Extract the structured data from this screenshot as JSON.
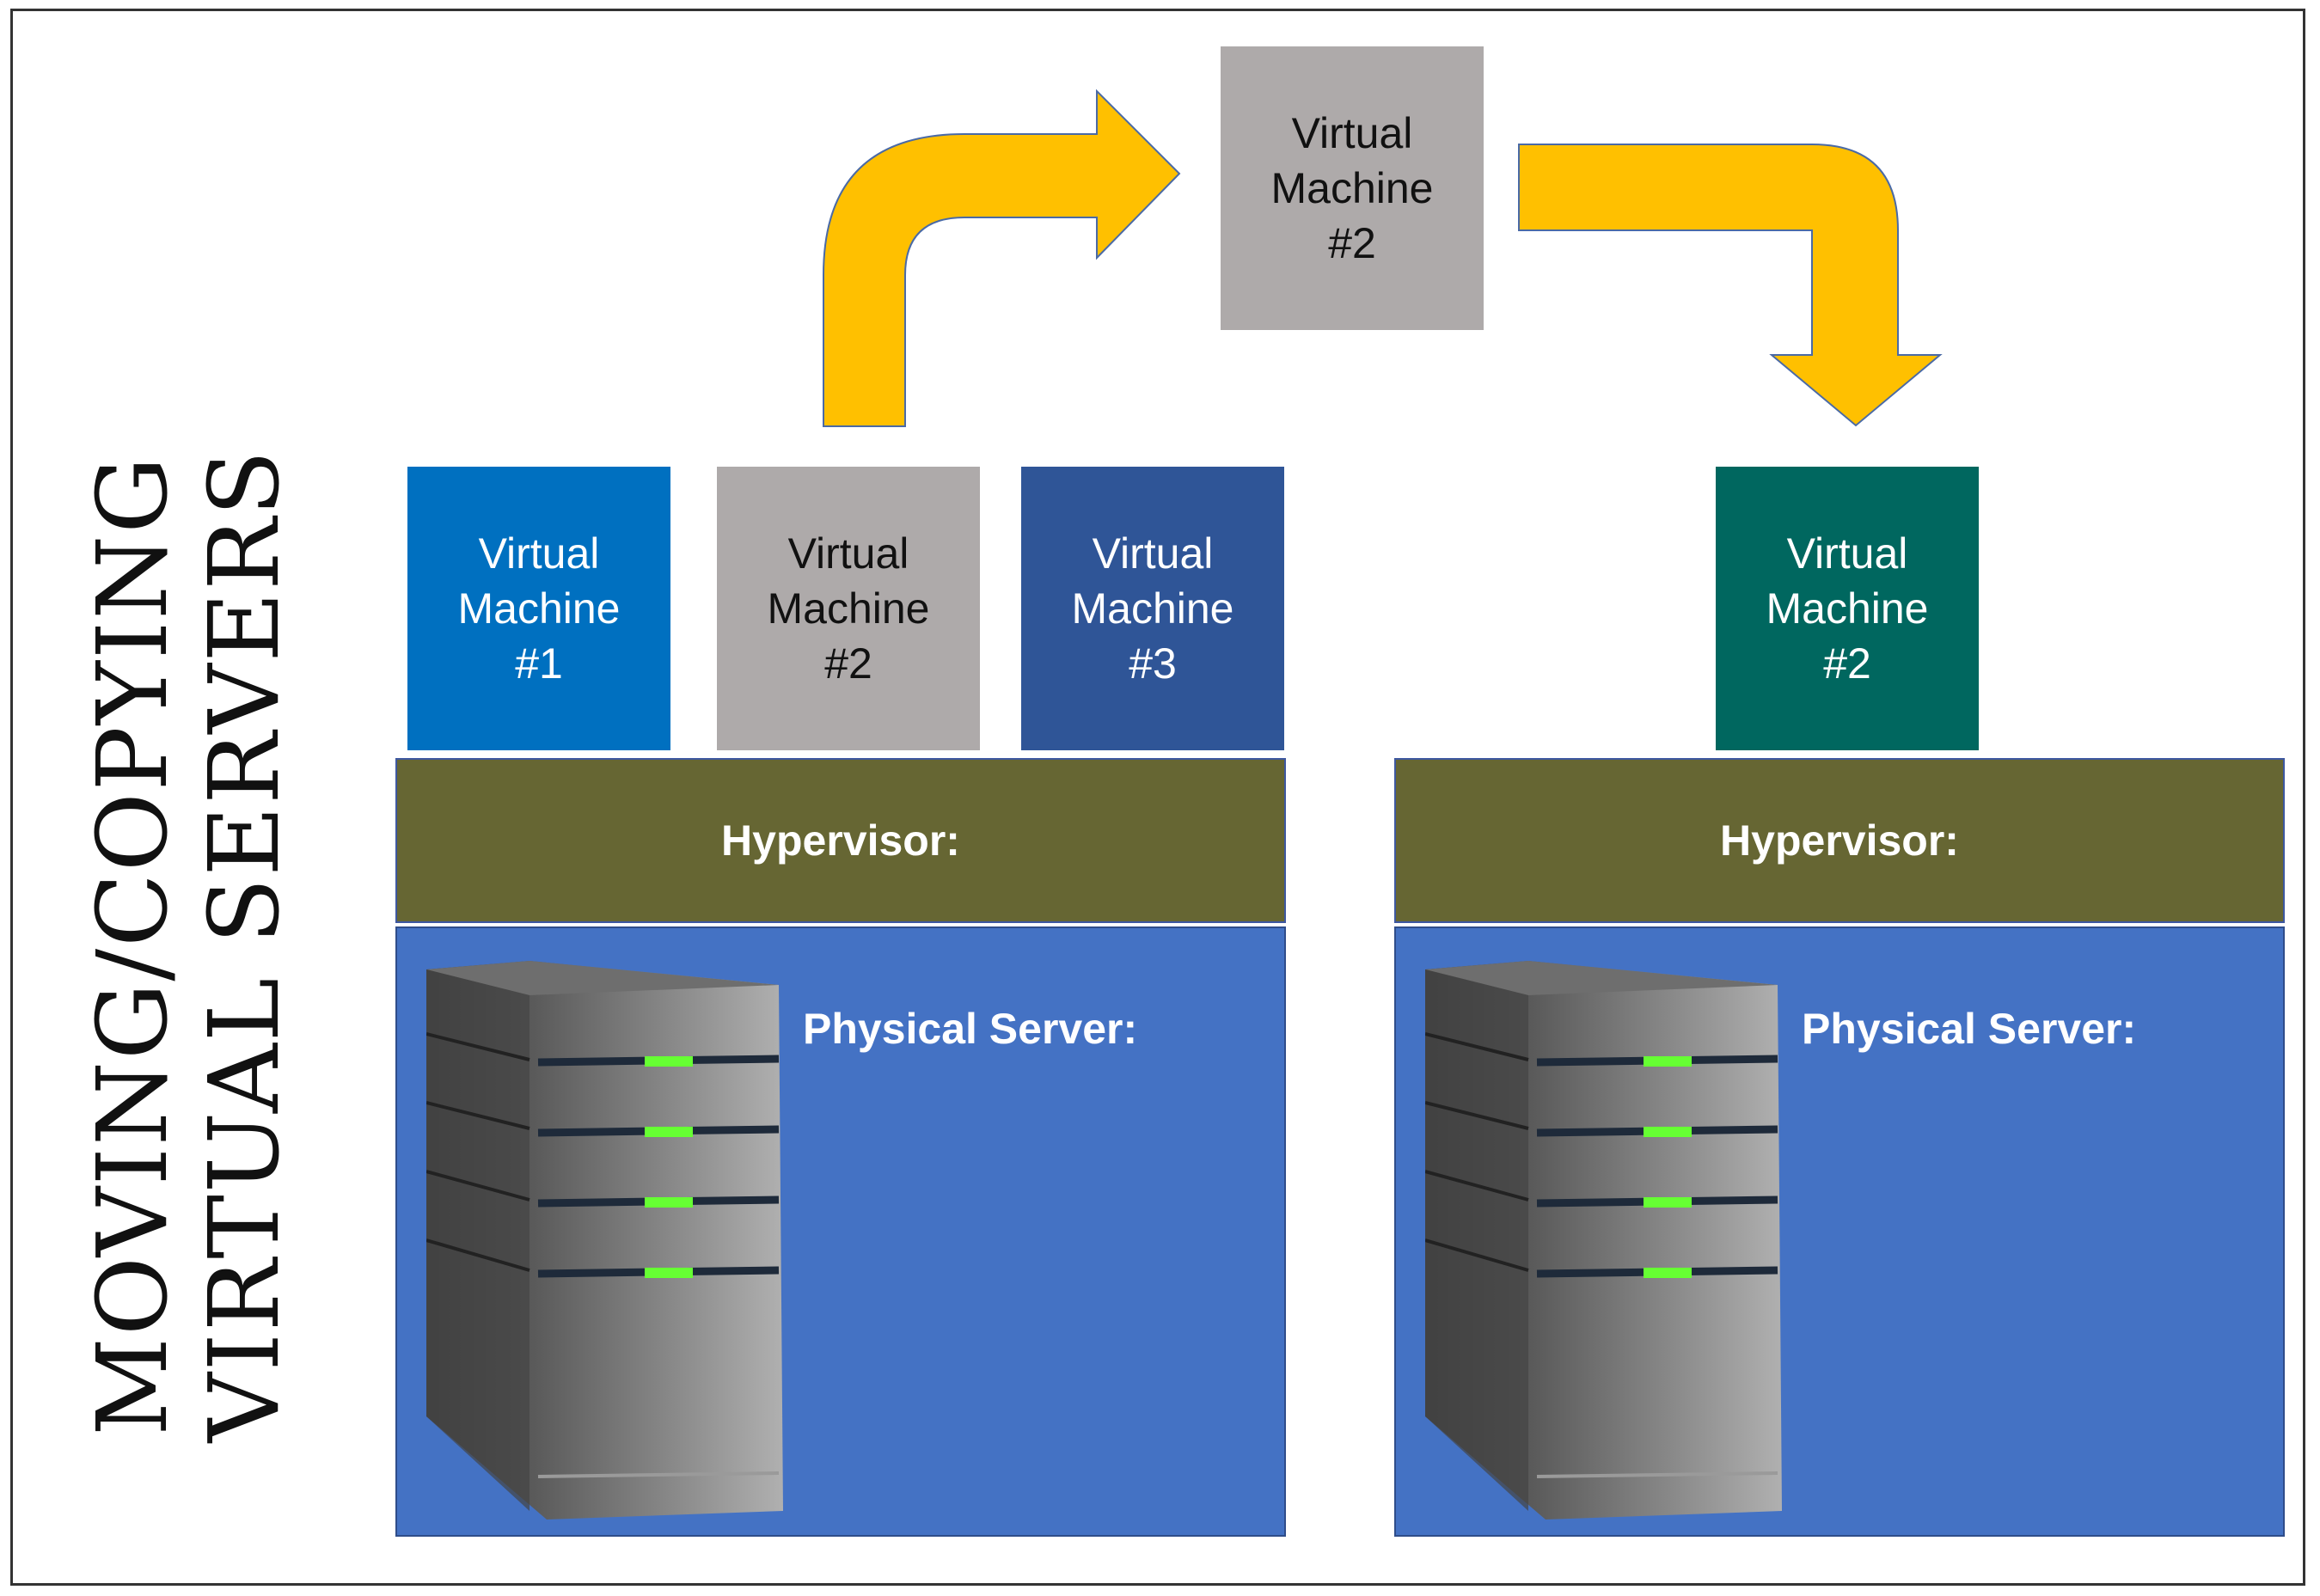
{
  "title": {
    "line1": "MOVING/COPYING",
    "line2": "VIRTUAL SERVERS"
  },
  "migrating_vm": {
    "line1": "Virtual",
    "line2": "Machine",
    "line3": "#2"
  },
  "source_host": {
    "vms": [
      {
        "line1": "Virtual",
        "line2": "Machine",
        "line3": "#1",
        "color": "#0070c0"
      },
      {
        "line1": "Virtual",
        "line2": "Machine",
        "line3": "#2",
        "color": "#aeaaaa"
      },
      {
        "line1": "Virtual",
        "line2": "Machine",
        "line3": "#3",
        "color": "#2f5597"
      }
    ],
    "hypervisor_label": "Hypervisor:",
    "physical_label": "Physical Server:"
  },
  "target_host": {
    "vms": [
      {
        "line1": "Virtual",
        "line2": "Machine",
        "line3": "#2",
        "color": "#00675f"
      }
    ],
    "hypervisor_label": "Hypervisor:",
    "physical_label": "Physical Server:"
  },
  "colors": {
    "arrow": "#ffc000",
    "hypervisor": "#666633",
    "physical_server": "#4472c4",
    "server_led": "#66ff33"
  },
  "icons": {
    "server": "server-tower-icon",
    "arrow_up_right": "curved-arrow-up-right-icon",
    "arrow_right_down": "curved-arrow-right-down-icon"
  }
}
